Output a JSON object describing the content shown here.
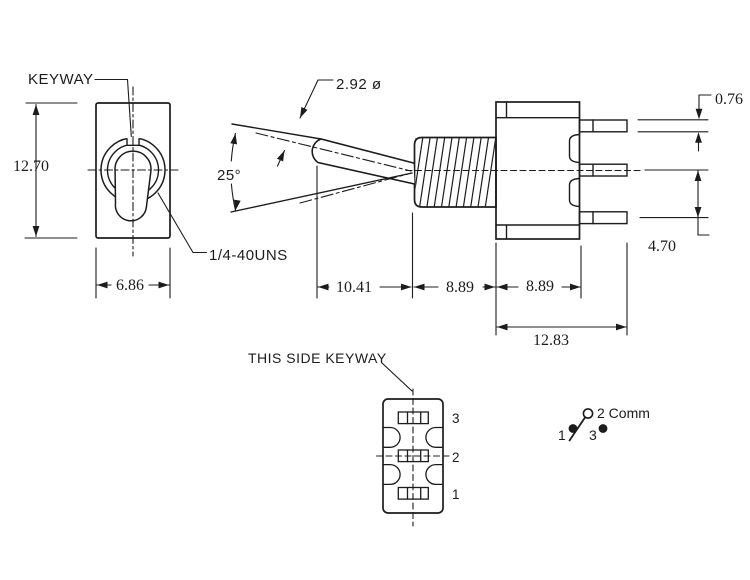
{
  "front_view": {
    "keyway_label": "KEYWAY",
    "height_dim": "12.70",
    "width_dim": "6.86",
    "thread_spec_label": "1/4-40UNS"
  },
  "side_view": {
    "lever_diameter_dim": "2.92 ø",
    "throw_angle_dim": "25°",
    "lever_length_dim": "10.41",
    "thread_length_dim": "8.89",
    "body_length_dim": "8.89",
    "overall_length_dim": "12.83",
    "terminal_thickness_dim": "0.76",
    "terminal_spacing_dim": "4.70"
  },
  "bottom_view": {
    "keyway_note": "THIS SIDE KEYWAY",
    "terminal_labels": [
      "3",
      "2",
      "1"
    ]
  },
  "schematic": {
    "terminal_1_label": "1",
    "common_label": "2 Comm",
    "terminal_3_label": "3"
  },
  "colors": {
    "line": "#1c1c1c",
    "background": "#ffffff"
  }
}
